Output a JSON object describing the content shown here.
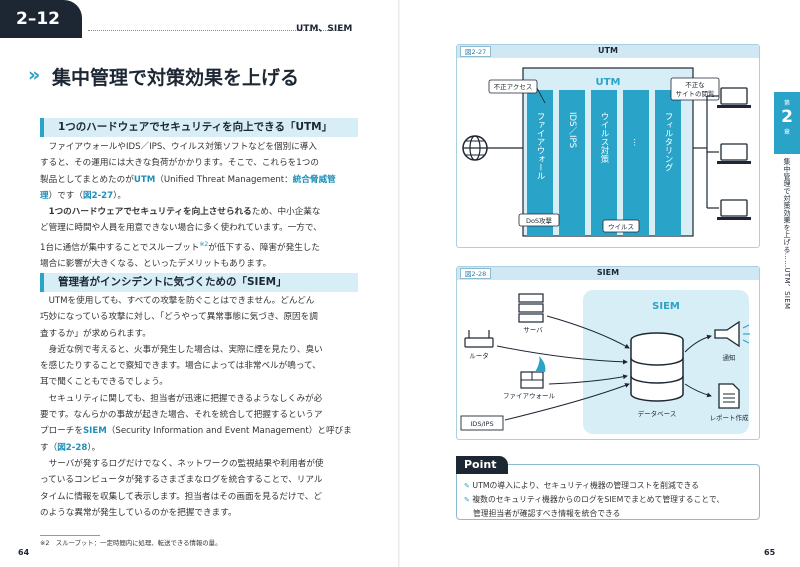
{
  "header": {
    "section": "2–12",
    "topic": "UTM、SIEM"
  },
  "title": {
    "mark": "»",
    "text": "集中管理で対策効果を上げる"
  },
  "sub1": "1つのハードウェアでセキュリティを向上できる「UTM」",
  "para1": {
    "l1": "ファイアウォールやIDS／IPS、ウイルス対策ソフトなどを個別に導入",
    "l2": "すると、その運用には大きな負荷がかかります。そこで、これらを1つの",
    "l3a": "製品としてまとめたのが",
    "utm": "UTM",
    "l3b": "（Unified Threat Management：",
    "utm_jp": "統合脅威管",
    "l4a": "理",
    "l4b": "）です（",
    "fig_ref": "図2-27",
    "l4c": "）。"
  },
  "para2": {
    "bold": "1つのハードウェアでセキュリティを向上させられる",
    "l1b": "ため、中小企業な",
    "l2": "ど管理に時間や人員を用意できない場合に多く使われています。一方で、",
    "l3a": "1台に通信が集中することでスループット",
    "note_mark": "※2",
    "l3b": "が低下する、障害が発生した",
    "l4": "場合に影響が大きくなる、といったデメリットもあります。"
  },
  "sub2": "管理者がインシデントに気づくための「SIEM」",
  "para3": {
    "l1": "UTMを使用しても、すべての攻撃を防ぐことはできません。どんどん",
    "l2": "巧妙になっている攻撃に対し、「どうやって異常事態に気づき、原因を調",
    "l3": "査するか」が求められます。"
  },
  "para4": {
    "l1": "身近な例で考えると、火事が発生した場合は、実際に煙を見たり、臭い",
    "l2": "を感じたりすることで察知できます。場合によっては非常ベルが鳴って、",
    "l3": "耳で聞くこともできるでしょう。"
  },
  "para5": {
    "l1": "セキュリティに関しても、担当者が迅速に把握できるようなしくみが必",
    "l2": "要です。なんらかの事故が起きた場合、それを統合して把握するというア",
    "l3a": "プローチを",
    "siem": "SIEM",
    "l3b": "（Security Information and Event Management）と呼びま",
    "l4a": "す（",
    "fig_ref": "図2-28",
    "l4b": "）。"
  },
  "para6": {
    "l1": "サーバが発するログだけでなく、ネットワークの監視結果や利用者が使",
    "l2": "っているコンピュータが発するさまざまなログを統合することで、リアル",
    "l3": "タイムに情報を収集して表示します。担当者はその画面を見るだけで、ど",
    "l4": "のような異常が発生しているのかを把握できます。"
  },
  "footnote": "※2　スループット：一定時間内に処理、転送できる情報の量。",
  "page_left": "64",
  "page_right": "65",
  "fig27": {
    "num": "図2-27",
    "title": "UTM",
    "utm_label": "UTM",
    "callout_unauth": "不正アクセス",
    "callout_site_1": "不正な",
    "callout_site_2": "サイトの閲覧",
    "col1": "ファイアウォール",
    "col2": "IDS／IPS",
    "col3": "ウイルス対策",
    "col4": "…",
    "col5": "フィルタリング",
    "dos": "DoS攻撃",
    "virus": "ウイルス"
  },
  "fig28": {
    "num": "図2-28",
    "title": "SIEM",
    "siem_label": "SIEM",
    "server": "サーバ",
    "router": "ルータ",
    "firewall": "ファイアウォール",
    "ids": "IDS/IPS",
    "database": "データベース",
    "notify": "通知",
    "report": "レポート作成"
  },
  "side": {
    "a": "第",
    "num": "2",
    "b": "章",
    "vertical": "集中管理で対策効果を上げる……UTM、SIEM"
  },
  "point": {
    "tag": "Point",
    "i1": "UTMの導入により、セキュリティ機器の管理コストを削減できる",
    "i2a": "複数のセキュリティ機器からのログをSIEMでまとめて管理することで、",
    "i2b": "管理担当者が確認すべき情報を統合できる"
  },
  "colors": {
    "accent": "#2aa3c8",
    "dark": "#1d2733",
    "panel": "#d7eef6"
  }
}
